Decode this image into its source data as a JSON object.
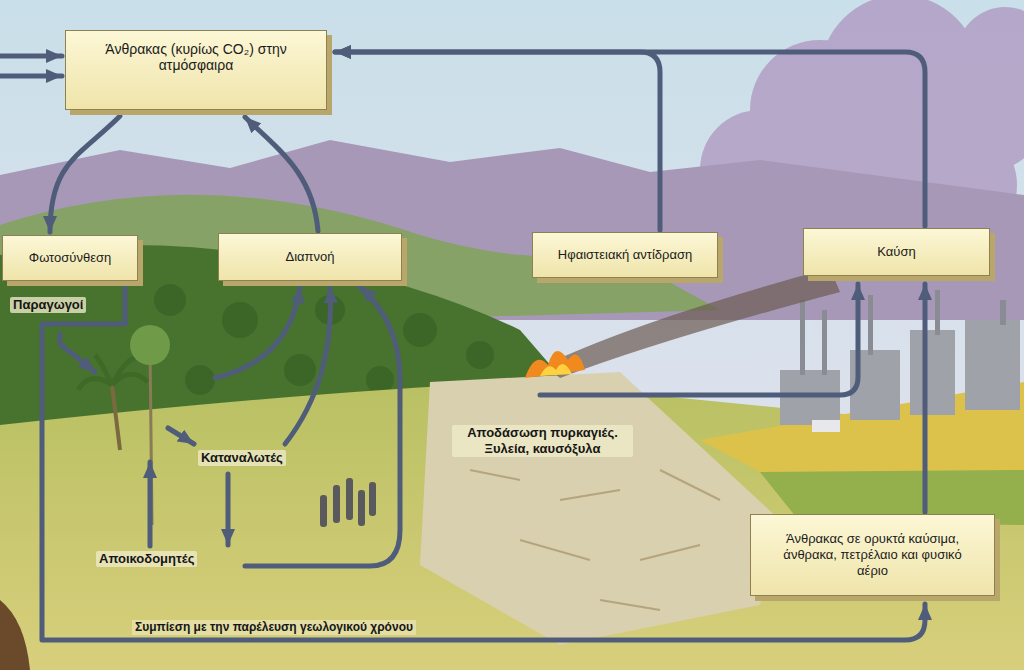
{
  "diagram": {
    "nodes": [
      {
        "text": [
          "Άνθρακας (κυρίως CO₂) στην ατμόσφαιρα"
        ]
      },
      {
        "text": [
          "Φωτοσύνθεση"
        ]
      },
      {
        "text": [
          "Διαπνοή"
        ]
      },
      {
        "text": [
          "Ηφαιστειακή αντίδραση"
        ]
      },
      {
        "text": [
          "Καύση"
        ]
      },
      {
        "text": [
          "Άνθρακας σε ορυκτά καύσιμα, άνθρακα, πετρέλαιο και φυσικό αέριο"
        ]
      }
    ],
    "edges": [
      {
        "from": 0,
        "to": 1,
        "arrow": "to"
      },
      {
        "from": 2,
        "to": 0,
        "arrow": "to"
      },
      {
        "from": 4,
        "to": 0,
        "arrow": "to"
      },
      {
        "from": 3,
        "to": 0,
        "arrow": "to"
      },
      {
        "from": 5,
        "to": 4,
        "arrow": "to"
      },
      {
        "from": 1,
        "to": 5,
        "label": "Συμπίεση με την παρέλευση γεωλογικού χρόνου",
        "arrow": "to"
      }
    ],
    "labels": [
      "Παραγωγοί",
      "Αποδάσωση πυρκαγιές. Ξυλεία, καυσόξυλα",
      "Καταναλωτές",
      "Αποικοδομητές"
    ]
  }
}
